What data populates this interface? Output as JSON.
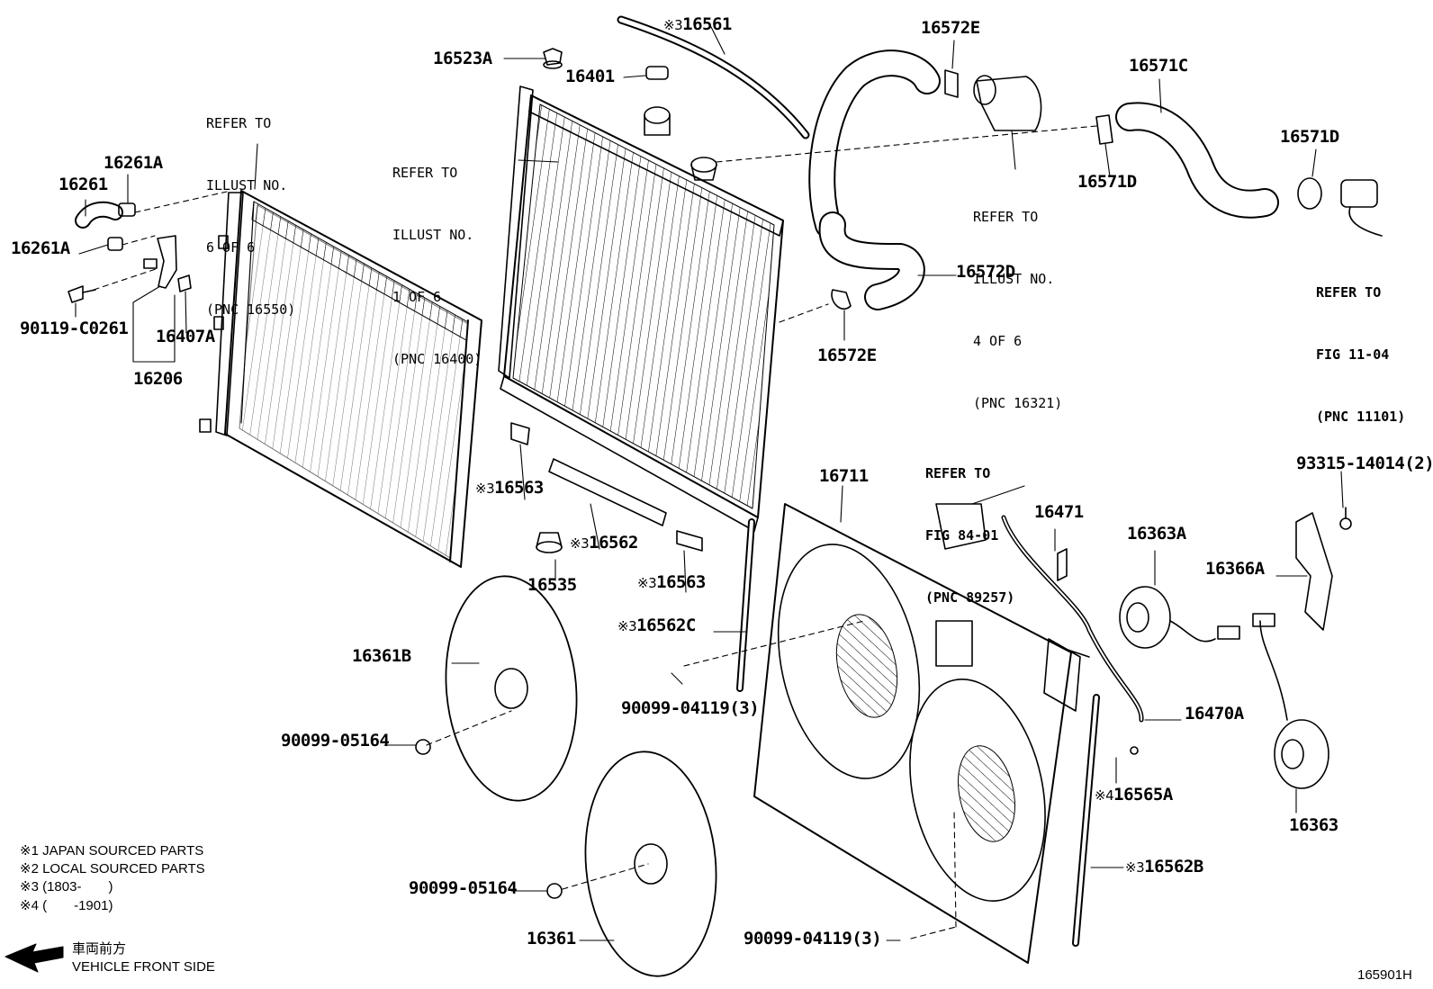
{
  "diagram_code": "165901H",
  "callouts": {
    "p16561": {
      "mark": "※3",
      "text": "16561"
    },
    "p16523A": {
      "text": "16523A"
    },
    "p16401": {
      "text": "16401"
    },
    "p16572E_top": {
      "text": "16572E"
    },
    "p16571C": {
      "text": "16571C"
    },
    "p16571D_right": {
      "text": "16571D"
    },
    "p16571D_mid": {
      "text": "16571D"
    },
    "p16572D": {
      "text": "16572D"
    },
    "p16572E_bottom": {
      "text": "16572E"
    },
    "p16261": {
      "text": "16261"
    },
    "p16261A_top": {
      "text": "16261A"
    },
    "p16261A_left": {
      "text": "16261A"
    },
    "p90119": {
      "text": "90119-C0261"
    },
    "p16407A": {
      "text": "16407A"
    },
    "p16206": {
      "text": "16206"
    },
    "p16563_left": {
      "mark": "※3",
      "text": "16563"
    },
    "p16562": {
      "mark": "※3",
      "text": "16562"
    },
    "p16535": {
      "text": "16535"
    },
    "p16563_right": {
      "mark": "※3",
      "text": "16563"
    },
    "p16562C": {
      "mark": "※3",
      "text": "16562C"
    },
    "p16361B": {
      "text": "16361B"
    },
    "p90099_05164_top": {
      "text": "90099-05164"
    },
    "p90099_04119_top": {
      "text": "90099-04119(3)"
    },
    "p16711": {
      "text": "16711"
    },
    "p16471": {
      "text": "16471"
    },
    "p16363A": {
      "text": "16363A"
    },
    "p93315": {
      "text": "93315-14014(2)"
    },
    "p16366A": {
      "text": "16366A"
    },
    "p16470A": {
      "text": "16470A"
    },
    "p16565A": {
      "mark": "※4",
      "text": "16565A"
    },
    "p16363": {
      "text": "16363"
    },
    "p16562B": {
      "mark": "※3",
      "text": "16562B"
    },
    "p90099_05164_bottom": {
      "text": "90099-05164"
    },
    "p16361": {
      "text": "16361"
    },
    "p90099_04119_bottom": {
      "text": "90099-04119(3)"
    }
  },
  "references": {
    "ref_16550": {
      "line1": "REFER TO",
      "line2": "ILLUST NO.",
      "line3": "6 OF 6",
      "line4": "(PNC 16550)"
    },
    "ref_16400": {
      "line1": "REFER TO",
      "line2": "ILLUST NO.",
      "line3": "1 OF 6",
      "line4": "(PNC 16400)"
    },
    "ref_16321": {
      "line1": "REFER TO",
      "line2": "ILLUST NO.",
      "line3": "4 OF 6",
      "line4": "(PNC 16321)"
    },
    "ref_11101": {
      "line1": "REFER TO",
      "line2": "FIG 11-04",
      "line3": "(PNC 11101)"
    },
    "ref_89257": {
      "line1": "REFER TO",
      "line2": "FIG 84-01",
      "line3": "(PNC 89257)"
    }
  },
  "legend": {
    "note1": "※1 JAPAN SOURCED PARTS",
    "note2": "※2 LOCAL SOURCED PARTS",
    "note3": "※3 (1803-　　)",
    "note4": "※4 (　　-1901)"
  },
  "direction": {
    "jp": "車両前方",
    "en": "VEHICLE FRONT SIDE",
    "icon": "arrow-left-icon"
  }
}
